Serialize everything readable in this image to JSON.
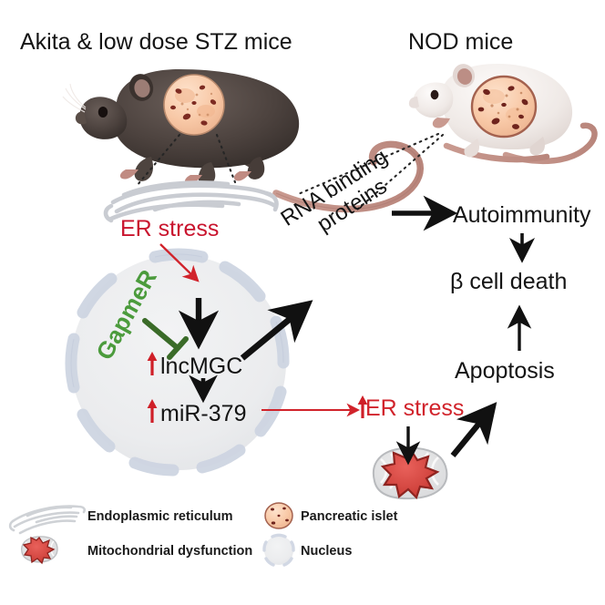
{
  "figure": {
    "kind": "biological-pathway-diagram",
    "background": "#ffffff",
    "colors": {
      "red_text": "#c9142e",
      "red_text_2": "#d1232b",
      "green_gapmer": "#4b9b3c",
      "green_inhibition": "#3a6b28",
      "black_arrow": "#111111",
      "red_arrow": "#d1232b",
      "nucleus_fill": "#eceded",
      "nucleus_pore": "#ced5e2",
      "er_outline": "#c9ccd2",
      "islet_fill": "#f7c9a8",
      "mito_core": "#d9453f",
      "dark_mouse": "#4a403c",
      "white_mouse": "#f2eeec",
      "tail_pink": "#c08b82"
    }
  },
  "titles": {
    "left_group": "Akita & low dose STZ mice",
    "right_group": "NOD mice"
  },
  "nodes": {
    "er_stress_nucleus": "ER stress",
    "gapmer": "GapmeR",
    "lncmgc": "lncMGC",
    "mir379": "miR-379",
    "rna_binding_proteins_line1": "RNA binding",
    "rna_binding_proteins_line2": "proteins",
    "autoimmunity": "Autoimmunity",
    "beta_cell_death": "β cell death",
    "apoptosis": "Apoptosis",
    "er_stress_mito": "ER stress"
  },
  "annotations": {
    "upregulated_marker": "↑",
    "upregulated_targets": [
      "lncMGC",
      "miR-379",
      "ER stress"
    ]
  },
  "edges": [
    {
      "from": "Akita & low dose STZ mouse islet",
      "to": "Endoplasmic reticulum",
      "style": "dotted",
      "color": "#222222"
    },
    {
      "from": "Akita & low dose STZ mouse islet",
      "to": "Endoplasmic reticulum",
      "style": "dotted",
      "color": "#222222"
    },
    {
      "from": "NOD mouse islet",
      "to": "RNA binding proteins",
      "style": "dotted",
      "color": "#222222"
    },
    {
      "from": "NOD mouse islet",
      "to": "RNA binding proteins",
      "style": "dotted",
      "color": "#222222"
    },
    {
      "from": "ER stress",
      "to": "nucleus",
      "style": "solid-thin",
      "color": "#d1232b"
    },
    {
      "from": "nucleus entry",
      "to": "lncMGC",
      "style": "solid-thick",
      "color": "#111111"
    },
    {
      "from": "GapmeR",
      "to": "lncMGC",
      "style": "inhibition",
      "color": "#3a6b28"
    },
    {
      "from": "lncMGC",
      "to": "miR-379",
      "style": "solid",
      "color": "#111111"
    },
    {
      "from": "lncMGC",
      "to": "RNA binding proteins",
      "style": "solid-thick",
      "color": "#111111"
    },
    {
      "from": "miR-379",
      "to": "ER stress (mitochondria)",
      "style": "solid-thin",
      "color": "#d1232b"
    },
    {
      "from": "RNA binding proteins",
      "to": "Autoimmunity",
      "style": "solid-thick",
      "color": "#111111"
    },
    {
      "from": "Autoimmunity",
      "to": "β cell death",
      "style": "solid",
      "color": "#111111"
    },
    {
      "from": "ER stress (mitochondria)",
      "to": "Mitochondrial dysfunction",
      "style": "solid",
      "color": "#111111"
    },
    {
      "from": "Mitochondrial dysfunction",
      "to": "Apoptosis",
      "style": "solid-thick",
      "color": "#111111"
    },
    {
      "from": "Apoptosis",
      "to": "β cell death",
      "style": "solid",
      "color": "#111111"
    }
  ],
  "legend": [
    {
      "icon": "endoplasmic-reticulum-icon",
      "label": "Endoplasmic reticulum"
    },
    {
      "icon": "mitochondrial-dysfunction-icon",
      "label": "Mitochondrial dysfunction"
    },
    {
      "icon": "pancreatic-islet-icon",
      "label": "Pancreatic islet"
    },
    {
      "icon": "nucleus-icon",
      "label": "Nucleus"
    }
  ]
}
